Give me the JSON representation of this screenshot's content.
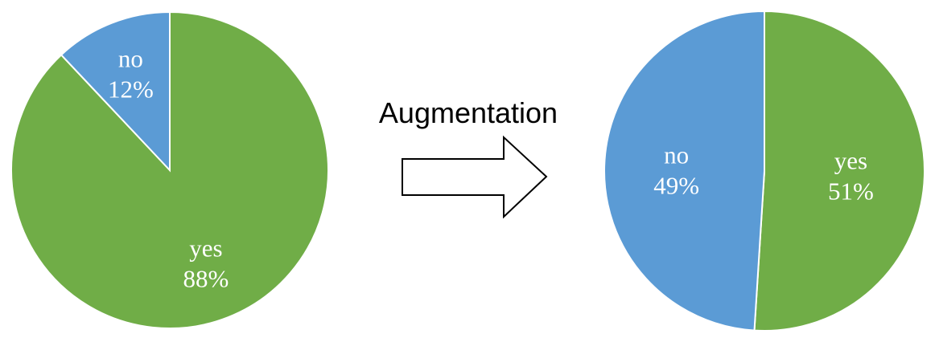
{
  "arrow": {
    "label": "Augmentation"
  },
  "colors": {
    "yes": "#70ad47",
    "no": "#5b9bd5",
    "border": "#ffffff"
  },
  "chart_data": [
    {
      "type": "pie",
      "slices": [
        {
          "category": "yes",
          "value": 88,
          "label": "88%"
        },
        {
          "category": "no",
          "value": 12,
          "label": "12%"
        }
      ]
    },
    {
      "type": "pie",
      "slices": [
        {
          "category": "yes",
          "value": 51,
          "label": "51%"
        },
        {
          "category": "no",
          "value": 49,
          "label": "49%"
        }
      ]
    }
  ]
}
